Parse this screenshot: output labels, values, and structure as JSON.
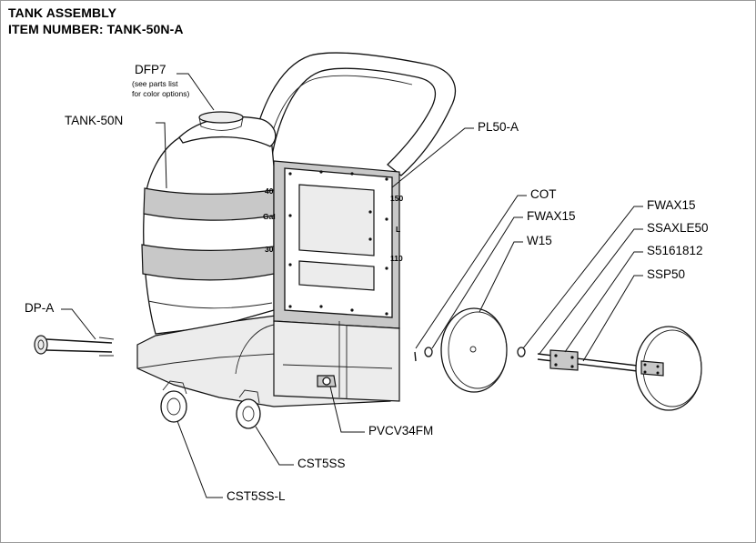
{
  "header": {
    "title": "TANK ASSEMBLY",
    "item_number": "ITEM NUMBER: TANK-50N-A"
  },
  "callouts": {
    "dfp7": "DFP7",
    "dfp7_note_line1": "(see parts list",
    "dfp7_note_line2": "for color options)",
    "tank": "TANK-50N",
    "pl50": "PL50-A",
    "cot": "COT",
    "fwax15_left": "FWAX15",
    "w15": "W15",
    "fwax15_right": "FWAX15",
    "ssaxle50": "SSAXLE50",
    "s5161812": "S5161812",
    "ssp50": "SSP50",
    "dpa": "DP-A",
    "pvcv34fm": "PVCV34FM",
    "cst5ss": "CST5SS",
    "cst5ssl": "CST5SS-L"
  },
  "scale_marks": {
    "left_top": "40",
    "left_mid": "Gal",
    "left_low": "30",
    "right_top": "150",
    "right_mid": "L",
    "right_low": "110"
  }
}
